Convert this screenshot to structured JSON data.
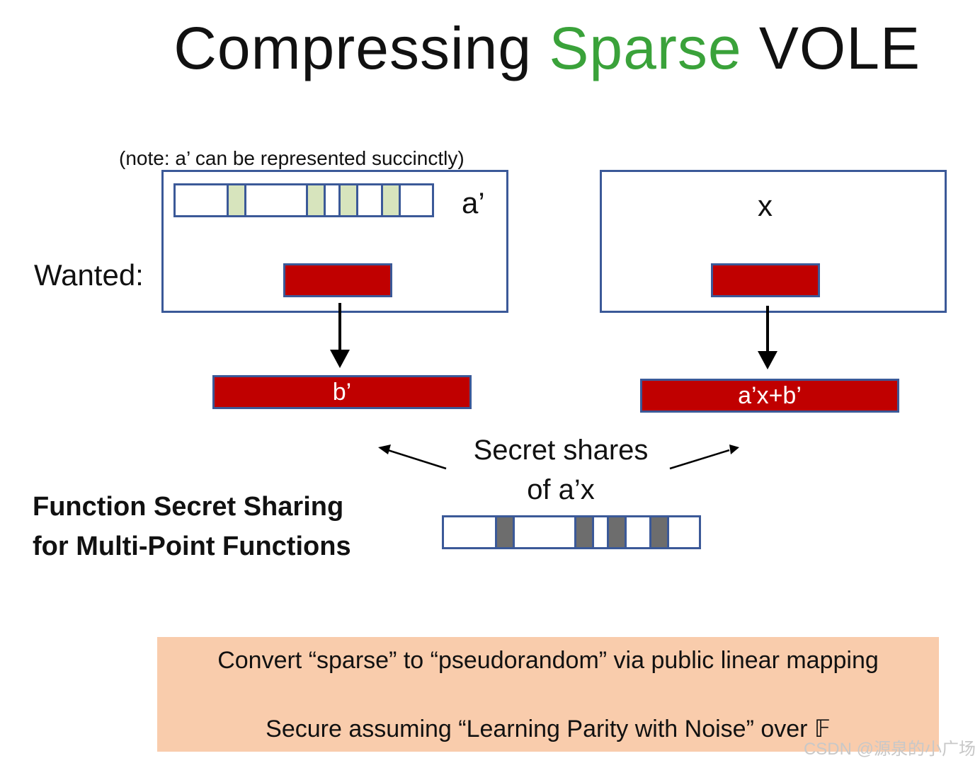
{
  "title": {
    "part1": "Compressing ",
    "part2": "Sparse",
    "part3": " VOLE",
    "highlight_color": "#3aa23a"
  },
  "note": "(note: a’ can be represented succinctly)",
  "wanted_label": "Wanted:",
  "left_box": {
    "vector_label": "a’",
    "output_label": "b’"
  },
  "right_box": {
    "input_label": "x",
    "output_label": "a’x+b’"
  },
  "shares_text": {
    "line1": "Secret shares",
    "line2": "of a’x"
  },
  "fss_label": {
    "line1": "Function Secret Sharing",
    "line2": "for Multi-Point Functions"
  },
  "bottom_box": {
    "line1": "Convert “sparse” to “pseudorandom” via public linear mapping",
    "line2": "Secure assuming “Learning Parity with Noise” over 𝔽"
  },
  "watermark": "CSDN @源泉的小广场",
  "colors": {
    "box_border": "#3b5998",
    "red_bar": "#c00000",
    "sparse_cell": "#d7e4bd",
    "share_cell": "#6d6d6d",
    "bottom_fill": "#f9ccac"
  }
}
